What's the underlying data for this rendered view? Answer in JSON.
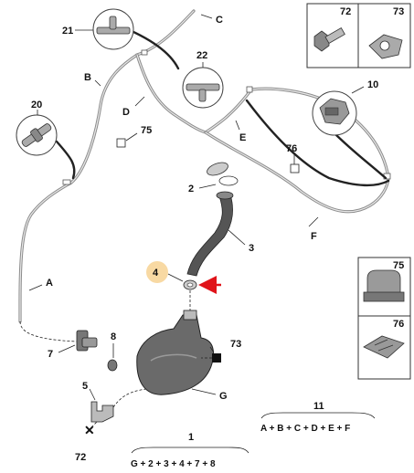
{
  "callouts": {
    "c1": "1",
    "c2": "2",
    "c3": "3",
    "c4": "4",
    "c5": "5",
    "c7": "7",
    "c8": "8",
    "c10": "10",
    "c11": "11",
    "c20": "20",
    "c21": "21",
    "c22": "22",
    "c72_box": "72",
    "c73_box": "73",
    "c73_main": "73",
    "c72_main": "72",
    "c75_main": "75",
    "c76_main": "76",
    "c75_box": "75",
    "c76_box": "76"
  },
  "hose_labels": {
    "a": "A",
    "b": "B",
    "c": "C",
    "d": "D",
    "e": "E",
    "f": "F",
    "g": "G"
  },
  "formulas": {
    "kit_1": "G + 2 + 3 + 4 + 7 + 8",
    "kit_11": "A + B + C + D + E + F"
  },
  "colors": {
    "highlight": "#f8d9a3",
    "arrow": "#e0141a",
    "line": "#222222"
  }
}
